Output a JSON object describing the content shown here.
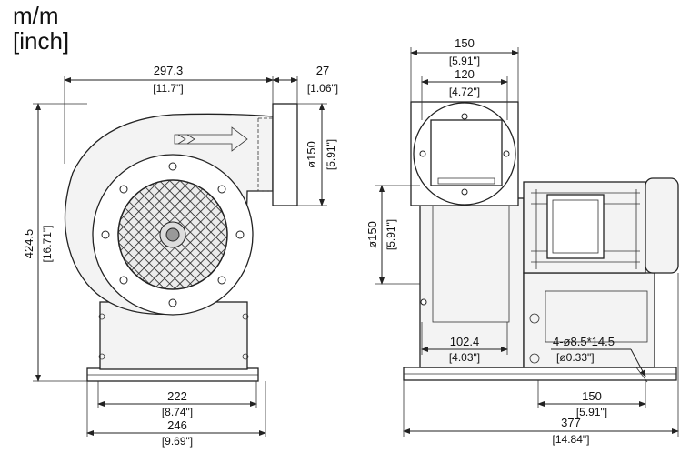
{
  "units": {
    "line1": "m/m",
    "line2": "[inch]"
  },
  "front_view": {
    "width_overall": "297.3",
    "width_overall_in": "[11.7\"]",
    "flange_depth": "27",
    "flange_depth_in": "[1.06\"]",
    "outlet_dia": "ø150",
    "outlet_dia_in": "[5.91\"]",
    "height": "424.5",
    "height_in": "[16.71\"]",
    "base_inner": "222",
    "base_inner_in": "[8.74\"]",
    "base_outer": "246",
    "base_outer_in": "[9.69\"]"
  },
  "side_view": {
    "flange_outer": "150",
    "flange_outer_in": "[5.91\"]",
    "flange_inner": "120",
    "flange_inner_in": "[4.72\"]",
    "inlet_dia": "ø150",
    "inlet_dia_in": "[5.91\"]",
    "inlet_width": "102.4",
    "inlet_width_in": "[4.03\"]",
    "holes": "4-ø8.5*14.5",
    "holes_in": "[ø0.33\"]",
    "foot_spacing": "150",
    "foot_spacing_in": "[5.91\"]",
    "length_overall": "377",
    "length_overall_in": "[14.84\"]"
  }
}
